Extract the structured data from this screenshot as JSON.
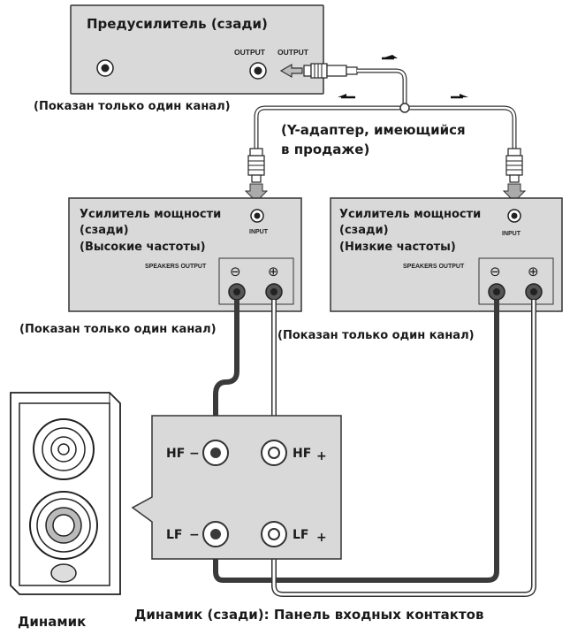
{
  "preamp": {
    "title": "Предусилитель (сзади)",
    "output_label": "OUTPUT",
    "output_label_2": "OUTPUT"
  },
  "note_one_channel": "(Показан только один канал)",
  "y_adapter": {
    "line1": "(Y-адаптер, имеющийся",
    "line2": "в продаже)"
  },
  "amp_high": {
    "title_line1": "Усилитель мощности",
    "title_line2": "(сзади)",
    "title_line3": "(Высокие частоты)",
    "input_label": "INPUT",
    "speakers_output_label": "SPEAKERS OUTPUT",
    "minus": "⊖",
    "plus": "⊕"
  },
  "amp_low": {
    "title_line1": "Усилитель мощности",
    "title_line2": "(сзади)",
    "title_line3": "(Низкие частоты)",
    "input_label": "INPUT",
    "speakers_output_label": "SPEAKERS OUTPUT",
    "minus": "⊖",
    "plus": "⊕"
  },
  "note_left": "(Показан только один канал)",
  "note_right": "(Показан только один канал)",
  "terminal_panel": {
    "hf_minus_label": "HF",
    "hf_plus_label": "HF",
    "lf_minus_label": "LF",
    "lf_plus_label": "LF",
    "minus_sign": "−",
    "plus_sign": "+",
    "caption": "Динамик (сзади): Панель входных контактов"
  },
  "speaker_caption": "Динамик",
  "colors": {
    "panel_fill": "#d9d9d9",
    "terminal_fill": "#ffffff",
    "dark_cable": "#3a3a3a",
    "light_cable": "#ffffff",
    "outline": "#333333"
  }
}
